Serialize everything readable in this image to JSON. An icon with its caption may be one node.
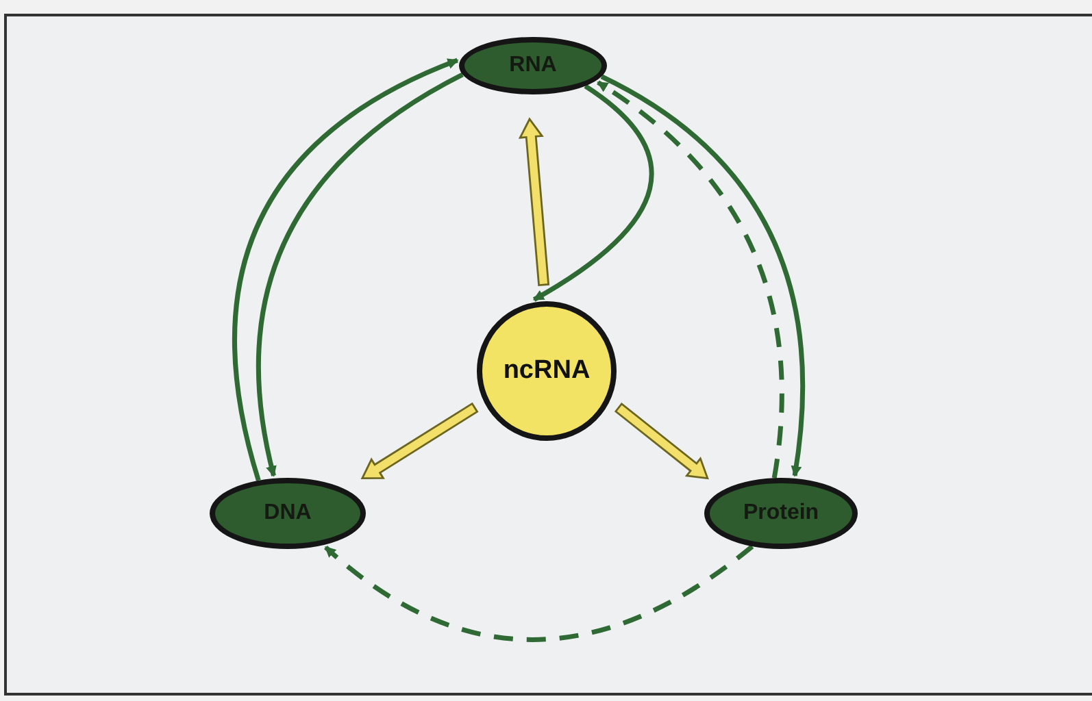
{
  "diagram": {
    "nodes": [
      {
        "text": [
          "RNA"
        ]
      },
      {
        "text": [
          "ncRNA"
        ]
      },
      {
        "text": [
          "DNA"
        ]
      },
      {
        "text": [
          "Protein"
        ]
      }
    ],
    "edges": [
      {
        "from": 2,
        "to": 0,
        "arrow": "to"
      },
      {
        "from": 0,
        "to": 2,
        "arrow": "to"
      },
      {
        "from": 0,
        "to": 1,
        "arrow": "to"
      },
      {
        "from": 0,
        "to": 3,
        "arrow": "to"
      },
      {
        "from": 3,
        "to": 0,
        "arrow": "to",
        "style": "dashed"
      },
      {
        "from": 3,
        "to": 2,
        "arrow": "to",
        "style": "dashed"
      },
      {
        "from": 1,
        "to": 0,
        "arrow": "to",
        "style": "thick",
        "color": "#f2e06a"
      },
      {
        "from": 1,
        "to": 2,
        "arrow": "to",
        "style": "thick",
        "color": "#f2e06a"
      },
      {
        "from": 1,
        "to": 3,
        "arrow": "to",
        "style": "thick",
        "color": "#f2e06a"
      }
    ]
  }
}
